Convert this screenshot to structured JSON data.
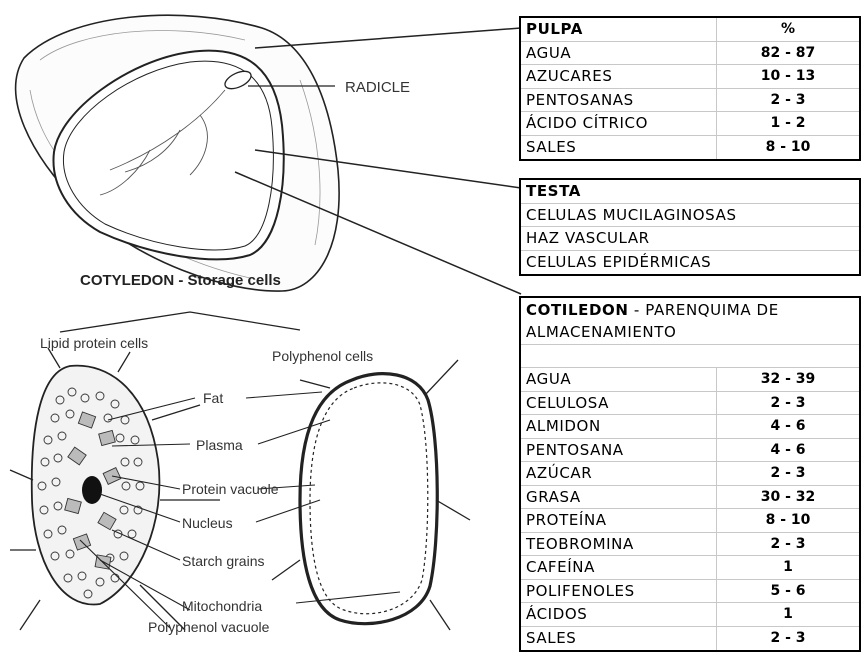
{
  "labels": {
    "radicle": "RADICLE",
    "cotyledon": "COTYLEDON - Storage cells",
    "lipid_protein_cells": "Lipid protein cells",
    "polyphenol_cells": "Polyphenol cells",
    "fat": "Fat",
    "plasma": "Plasma",
    "protein_vacuole": "Protein vacuole",
    "nucleus": "Nucleus",
    "starch_grains": "Starch grains",
    "mitochondria": "Mitochondria",
    "polyphenol_vacuole": "Polyphenol vacuole"
  },
  "pulpa": {
    "header": "PULPA",
    "header_value": "%",
    "rows": [
      {
        "name": "AGUA",
        "value": "82 - 87"
      },
      {
        "name": "AZUCARES",
        "value": "10 - 13"
      },
      {
        "name": "PENTOSANAS",
        "value": "2 - 3"
      },
      {
        "name": "ÁCIDO CÍTRICO",
        "value": "1 - 2"
      },
      {
        "name": "SALES",
        "value": "8 - 10"
      }
    ]
  },
  "testa": {
    "header": "TESTA",
    "rows": [
      "CELULAS MUCILAGINOSAS",
      "HAZ VASCULAR",
      "CELULAS EPIDÉRMICAS"
    ]
  },
  "cotiledon": {
    "header_bold": "COTILEDON",
    "header_rest": " - PARENQUIMA DE ALMACENAMIENTO",
    "rows": [
      {
        "name": "AGUA",
        "value": "32 - 39"
      },
      {
        "name": "CELULOSA",
        "value": "2 - 3"
      },
      {
        "name": "ALMIDON",
        "value": "4 - 6"
      },
      {
        "name": "PENTOSANA",
        "value": "4 - 6"
      },
      {
        "name": "AZÚCAR",
        "value": "2 - 3"
      },
      {
        "name": "GRASA",
        "value": "30 - 32"
      },
      {
        "name": "PROTEÍNA",
        "value": "8 - 10"
      },
      {
        "name": "TEOBROMINA",
        "value": "2 - 3"
      },
      {
        "name": "CAFEÍNA",
        "value": "1"
      },
      {
        "name": "POLIFENOLES",
        "value": "5 - 6"
      },
      {
        "name": "ÁCIDOS",
        "value": "1"
      },
      {
        "name": "SALES",
        "value": "2 - 3"
      }
    ]
  }
}
